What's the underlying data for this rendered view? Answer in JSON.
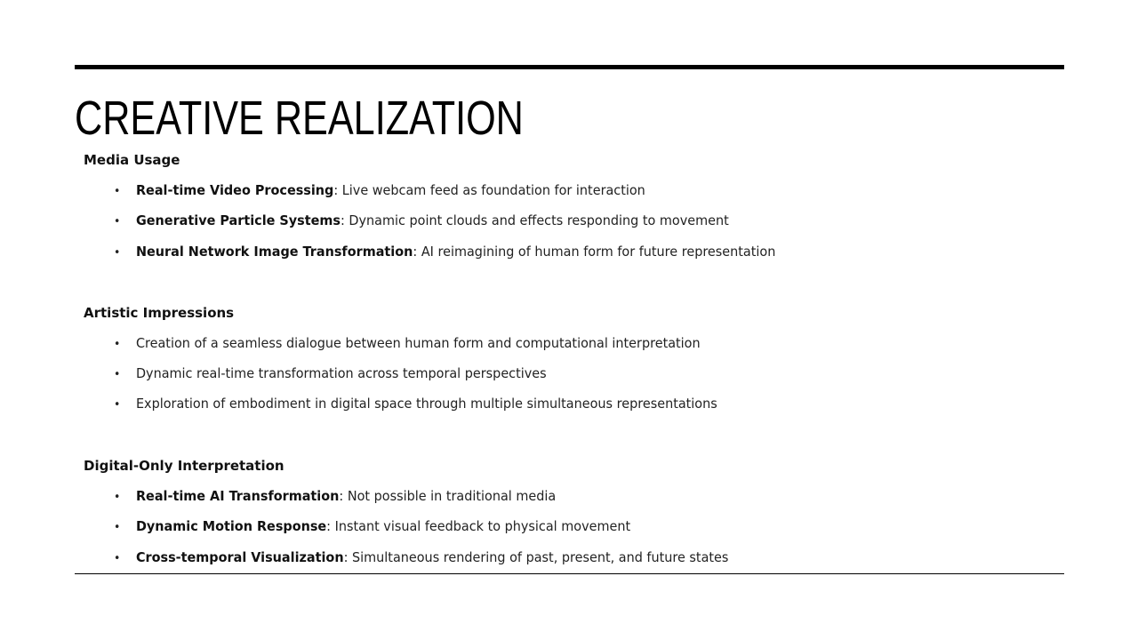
{
  "slide": {
    "title": "CREATIVE REALIZATION"
  },
  "sections": [
    {
      "heading": "Media Usage",
      "items": [
        {
          "bold": "Real-time Video Processing",
          "text": ": Live webcam feed as foundation for interaction"
        },
        {
          "bold": "Generative Particle Systems",
          "text": ": Dynamic point clouds and effects responding to movement"
        },
        {
          "bold": "Neural Network Image Transformation",
          "text": ": AI reimagining of human form for future representation"
        }
      ]
    },
    {
      "heading": "Artistic Impressions",
      "items": [
        {
          "bold": "",
          "text": "Creation of a seamless dialogue between human form and computational interpretation"
        },
        {
          "bold": "",
          "text": "Dynamic real-time transformation across temporal perspectives"
        },
        {
          "bold": "",
          "text": "Exploration of embodiment in digital space through multiple simultaneous representations"
        }
      ]
    },
    {
      "heading": "Digital-Only Interpretation",
      "items": [
        {
          "bold": "Real-time AI Transformation",
          "text": ": Not possible in traditional media"
        },
        {
          "bold": "Dynamic Motion Response",
          "text": ": Instant visual feedback to physical movement"
        },
        {
          "bold": "Cross-temporal Visualization",
          "text": ": Simultaneous rendering of past, present, and future states"
        }
      ]
    }
  ],
  "bullet_glyph": "•"
}
